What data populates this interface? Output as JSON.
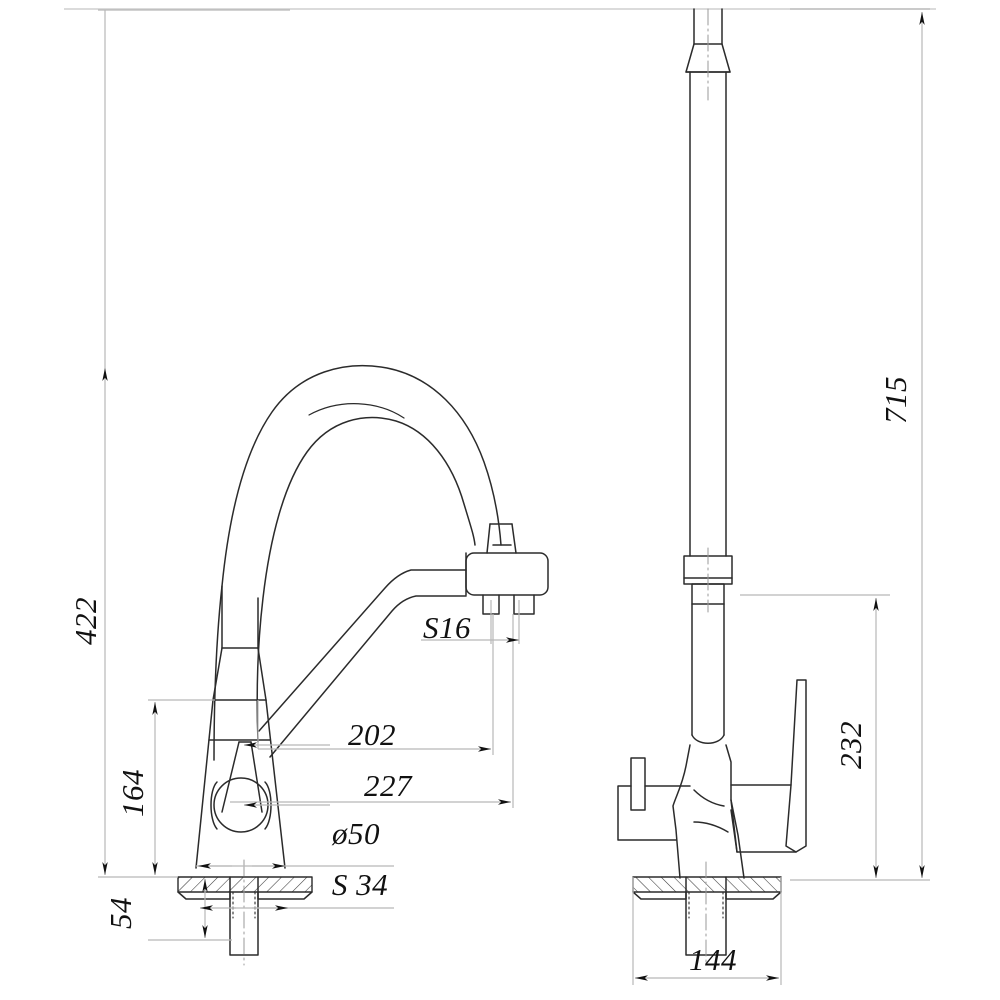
{
  "drawing": {
    "title": "Kitchen mixer tap technical dimension drawing",
    "units": "mm",
    "views": [
      {
        "name": "front-view",
        "label": ""
      },
      {
        "name": "side-view",
        "label": ""
      }
    ],
    "line_color": "#2b2b2b",
    "dimension_line_color": "#b8b8b8",
    "hatch_color": "#3a3a3a",
    "background": "#ffffff"
  },
  "dimensions": {
    "overall_height_front": "422",
    "body_height": "164",
    "base_height": "54",
    "spout_reach_inner": "202",
    "spout_reach_outer": "227",
    "outlet_spacing": "S16",
    "base_diameter": "ø50",
    "nut_size": "S 34",
    "overall_height_side": "715",
    "handle_height": "232",
    "base_width": "144"
  }
}
